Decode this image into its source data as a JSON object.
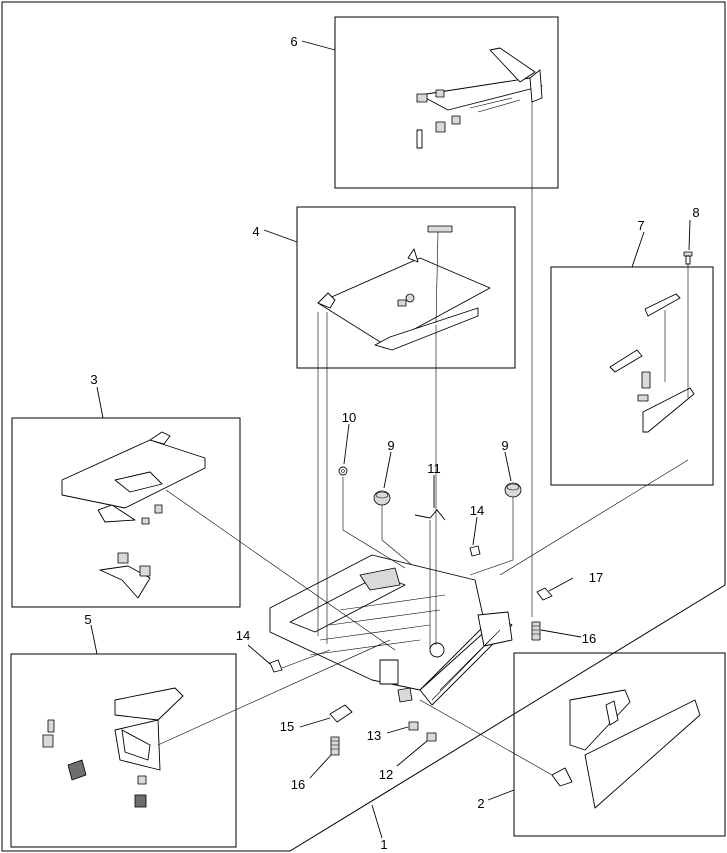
{
  "callouts": {
    "c1": "1",
    "c2": "2",
    "c3": "3",
    "c4": "4",
    "c5": "5",
    "c6": "6",
    "c7": "7",
    "c8": "8",
    "c9a": "9",
    "c9b": "9",
    "c10": "10",
    "c11": "11",
    "c12": "12",
    "c13": "13",
    "c14a": "14",
    "c14b": "14",
    "c15": "15",
    "c16a": "16",
    "c16b": "16",
    "c17": "17"
  }
}
